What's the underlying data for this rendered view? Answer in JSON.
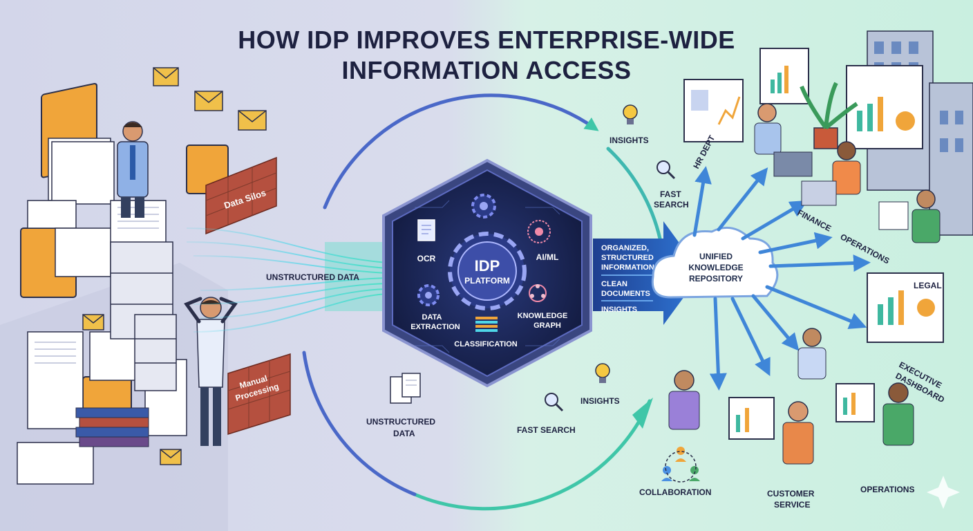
{
  "title": {
    "line1": "HOW IDP IMPROVES ENTERPRISE-WIDE",
    "line2": "INFORMATION ACCESS"
  },
  "left": {
    "data_silos": "Data Silos",
    "manual_processing_line1": "Manual",
    "manual_processing_line2": "Processing",
    "unstructured_data_flow": "UNSTRUCTURED DATA"
  },
  "platform": {
    "center_line1": "IDP",
    "center_line2": "PLATFORM",
    "ocr": "OCR",
    "ai_ml": "AI/ML",
    "data_extraction_line1": "DATA",
    "data_extraction_line2": "EXTRACTION",
    "knowledge_graph_line1": "KNOWLEDGE",
    "knowledge_graph_line2": "GRAPH",
    "classification": "CLASSIFICATION"
  },
  "outputs": {
    "line1": "ORGANIZED,",
    "line2": "STRUCTURED",
    "line3": "INFORMATION",
    "line4": "CLEAN",
    "line5": "DOCUMENTS",
    "line6": "INSIGHTS"
  },
  "cycle": {
    "insights_top": "INSIGHTS",
    "fast_search_top_line1": "FAST",
    "fast_search_top_line2": "SEARCH",
    "insights_bottom": "INSIGHTS",
    "fast_search_bottom": "FAST SEARCH",
    "unstructured_bottom_line1": "UNSTRUCTURED",
    "unstructured_bottom_line2": "DATA"
  },
  "repository": {
    "line1": "UNIFIED",
    "line2": "KNOWLEDGE",
    "line3": "REPOSITORY"
  },
  "departments": {
    "hr": "HR DEPT",
    "finance": "FINANCE",
    "operations_top": "OPERATIONS",
    "legal": "LEGAL",
    "executive_line1": "EXECUTIVE",
    "executive_line2": "DASHBOARD",
    "collaboration": "COLLABORATION",
    "customer_service_line1": "CUSTOMER",
    "customer_service_line2": "SERVICE",
    "operations_bottom": "OPERATIONS"
  },
  "colors": {
    "title": "#1d2140",
    "hex_frame": "#6e78b8",
    "hex_inner": "#16204a",
    "gear": "#7f8cf0",
    "flow_cyan": "#4fd6e8",
    "flow_blue": "#2f6fd0",
    "folder": "#f0a53a",
    "brick": "#b5503f",
    "cloud": "#ffffff",
    "arrow": "#3f86d8"
  }
}
